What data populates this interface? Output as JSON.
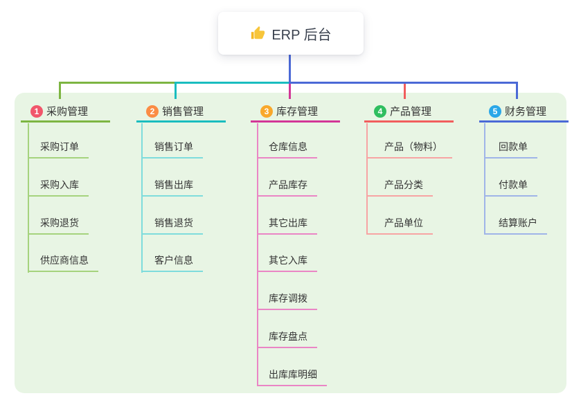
{
  "root_node": {
    "label": "ERP 后台",
    "icon": "thumbs-up-icon",
    "stem_color": "#4b69d6"
  },
  "canvas": {
    "background": "#ffffff",
    "panel_background": "#e8f5e4"
  },
  "branches": [
    {
      "badge": "1",
      "label": "采购管理",
      "badge_color": "#f1566b",
      "line_color": "#7db542",
      "child_line_color": "#a5d37d",
      "children": [
        "采购订单",
        "采购入库",
        "采购退货",
        "供应商信息"
      ]
    },
    {
      "badge": "2",
      "label": "销售管理",
      "badge_color": "#fb8c44",
      "line_color": "#1abdbf",
      "child_line_color": "#7edcdc",
      "children": [
        "销售订单",
        "销售出库",
        "销售退货",
        "客户信息"
      ]
    },
    {
      "badge": "3",
      "label": "库存管理",
      "badge_color": "#f9a82b",
      "line_color": "#d23697",
      "child_line_color": "#ea85c5",
      "children": [
        "仓库信息",
        "产品库存",
        "其它出库",
        "其它入库",
        "库存调拨",
        "库存盘点",
        "出库库明细"
      ]
    },
    {
      "badge": "4",
      "label": "产品管理",
      "badge_color": "#2fbe5f",
      "line_color": "#f15d5d",
      "child_line_color": "#f7a3a3",
      "children": [
        "产品（物料）",
        "产品分类",
        "产品单位"
      ]
    },
    {
      "badge": "5",
      "label": "财务管理",
      "badge_color": "#2aa7e8",
      "line_color": "#4b69d6",
      "child_line_color": "#9fb4e8",
      "children": [
        "回款单",
        "付款单",
        "结算账户"
      ]
    }
  ]
}
